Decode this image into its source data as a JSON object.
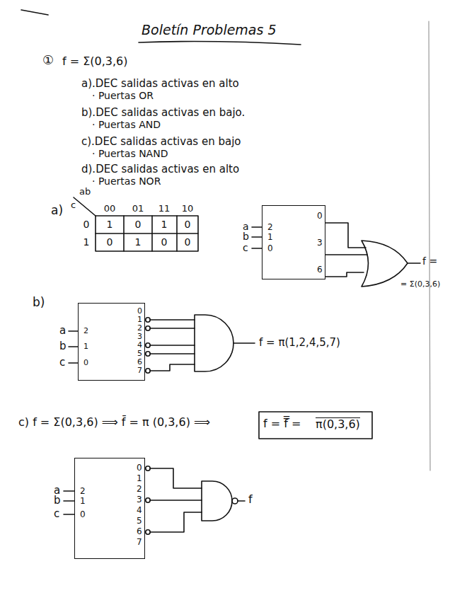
{
  "diagram": {
    "title": "Boletín Problemas 5",
    "nodes": [
      {
        "text": [
          "2",
          "1",
          "0",
          "0",
          "3",
          "6"
        ]
      },
      {
        "text": [
          "2",
          "1",
          "0",
          "0",
          "1",
          "2",
          "3",
          "4",
          "5",
          "6",
          "7"
        ]
      },
      {
        "text": [
          "2",
          "1",
          "0",
          "0",
          "1",
          "2",
          "3",
          "4",
          "5",
          "6",
          "7"
        ]
      }
    ],
    "labels": [
      "①",
      "f = Σ(0,3,6)",
      "a).DEC salidas activas en alto",
      "· Puertas OR",
      "b).DEC salidas activas en bajo.",
      "· Puertas AND",
      "c).DEC salidas activas en bajo",
      "· Puertas NAND",
      "d).DEC salidas activas en alto",
      "· Puertas NOR",
      "a)",
      "ab",
      "c",
      "00",
      "01",
      "11",
      "10",
      "0",
      "1",
      "1",
      "0",
      "1",
      "0",
      "0",
      "1",
      "0",
      "0",
      "a",
      "b",
      "c",
      "f =",
      "= Σ(0,3,6)",
      "b)",
      "a",
      "b",
      "c",
      "f = π(1,2,4,5,7)",
      "c) f = Σ(0,3,6) ⟹ f̄ = π (0,3,6) ⟹",
      "f = f̿ =",
      "π(0,3,6)",
      "a",
      "b",
      "c",
      "f"
    ]
  }
}
